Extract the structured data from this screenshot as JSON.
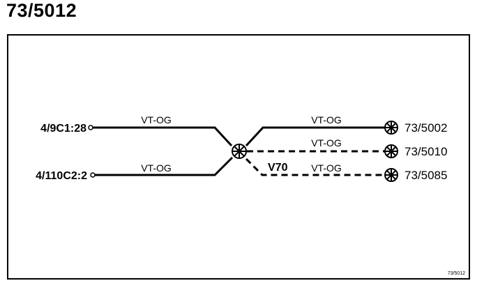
{
  "title": "73/5012",
  "connectors": {
    "left_top": "4/9C1:28",
    "left_bottom": "4/110C2:2"
  },
  "wires": {
    "left_top": "VT-OG",
    "left_bottom": "VT-OG",
    "right_1": "VT-OG",
    "right_2": "VT-OG",
    "right_3": "VT-OG"
  },
  "variant_label": "V70",
  "splice_points": {
    "p1": "73/5002",
    "p2": "73/5010",
    "p3": "73/5085"
  },
  "figure_ref": "73/5012",
  "colors": {
    "line": "#000000",
    "background": "#ffffff"
  }
}
